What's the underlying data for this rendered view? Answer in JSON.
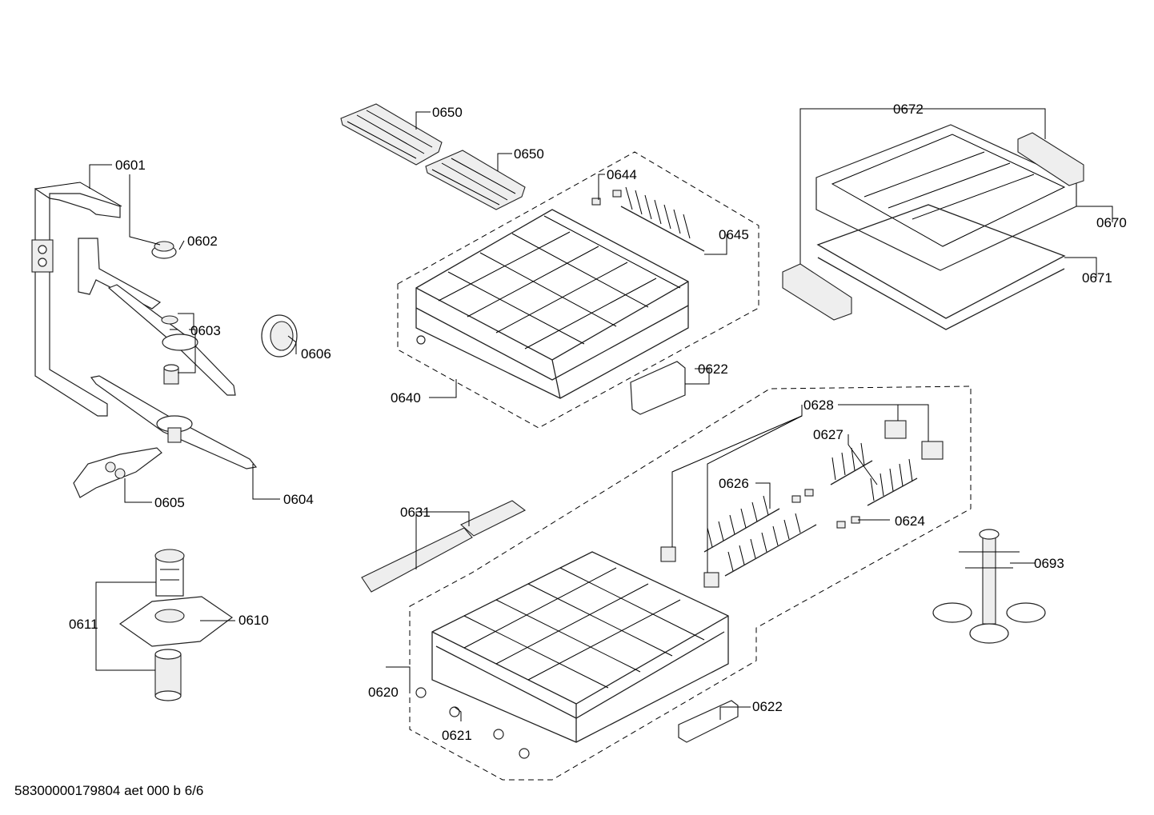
{
  "doc_id": "58300000179804 aet 000 b 6/6",
  "labels": {
    "p0601": "0601",
    "p0602": "0602",
    "p0603": "0603",
    "p0604": "0604",
    "p0605": "0605",
    "p0606": "0606",
    "p0610": "0610",
    "p0611": "0611",
    "p0620": "0620",
    "p0621": "0621",
    "p0622a": "0622",
    "p0622b": "0622",
    "p0624": "0624",
    "p0626": "0626",
    "p0627": "0627",
    "p0628": "0628",
    "p0631": "0631",
    "p0640": "0640",
    "p0644": "0644",
    "p0645": "0645",
    "p0650a": "0650",
    "p0650b": "0650",
    "p0670": "0670",
    "p0671": "0671",
    "p0672": "0672",
    "p0693": "0693"
  }
}
